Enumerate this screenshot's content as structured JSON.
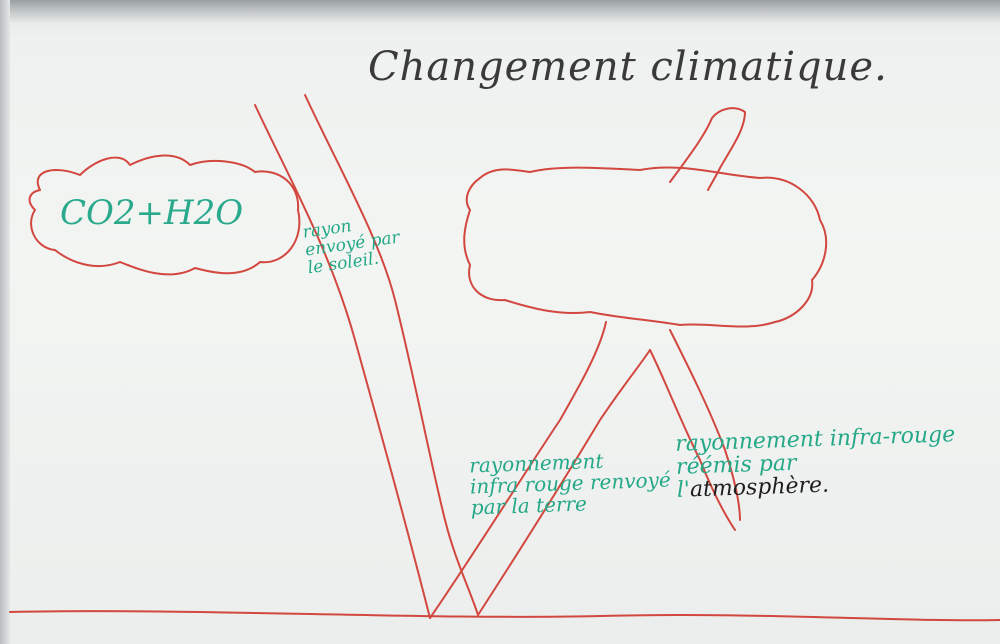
{
  "title": "Changement climatique.",
  "cloud_left_label": "CO2+H2O",
  "label_sun": "rayon\nenvoyé par\nle soleil.",
  "label_earth": "rayonnement\ninfra rouge renvoyé\npar la terre",
  "label_atmosphere_green": "rayonnement infra-rouge\nréémis par\nl'",
  "label_atmosphere_black": "atmosphère.",
  "colors": {
    "board": "#f3f5f3",
    "red_marker": "#d2473f",
    "green_marker": "#24a887",
    "black_marker": "#1e1e1e"
  }
}
